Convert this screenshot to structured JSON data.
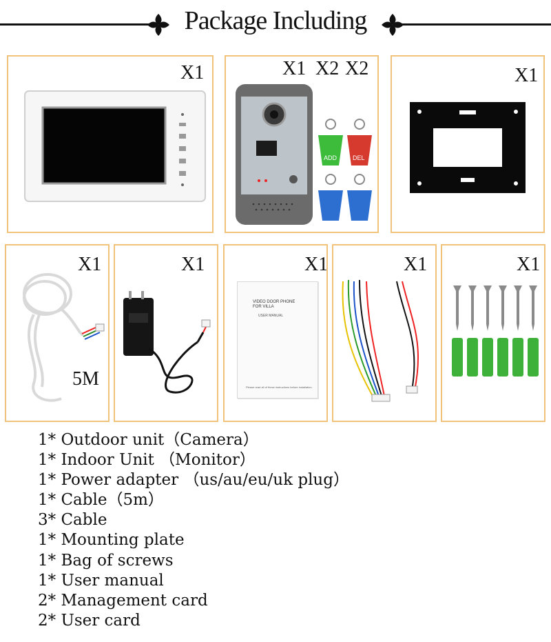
{
  "header": {
    "title": "Package Including"
  },
  "boxes": [
    {
      "id": "indoor-monitor",
      "qty": [
        "X1"
      ]
    },
    {
      "id": "outdoor-unit-cards",
      "qty": [
        "X1",
        "X2",
        "X2"
      ]
    },
    {
      "id": "mounting-plate",
      "qty": [
        "X1"
      ]
    },
    {
      "id": "cable-5m",
      "qty": [
        "X1"
      ],
      "note": "5M"
    },
    {
      "id": "power-adapter",
      "qty": [
        "X1"
      ]
    },
    {
      "id": "user-manual",
      "qty": [
        "X1"
      ],
      "manual": {
        "title1": "VIDEO DOOR PHONE",
        "title2": "FOR VILLA",
        "subtitle": "USER MANUAL",
        "footer": "Please read all of these instructions before installation."
      }
    },
    {
      "id": "wire-cables",
      "qty": [
        "X1"
      ]
    },
    {
      "id": "screws-bag",
      "qty": [
        "X1"
      ]
    }
  ],
  "cards": {
    "add_label": "ADD",
    "del_label": "DEL"
  },
  "items": [
    "1* Outdoor unit（Camera）",
    "1* Indoor Unit （Monitor）",
    "1* Power adapter （us/au/eu/uk plug）",
    "1* Cable（5m）",
    "3* Cable",
    "1* Mounting plate",
    "1* Bag of screws",
    "1* User manual",
    "2* Management card",
    "2* User card"
  ],
  "colors": {
    "box_border": "#f0c27a",
    "text": "#111111",
    "card_green": "#3dbb3a",
    "card_red": "#d63a2f",
    "card_blue": "#2d6fd0"
  }
}
